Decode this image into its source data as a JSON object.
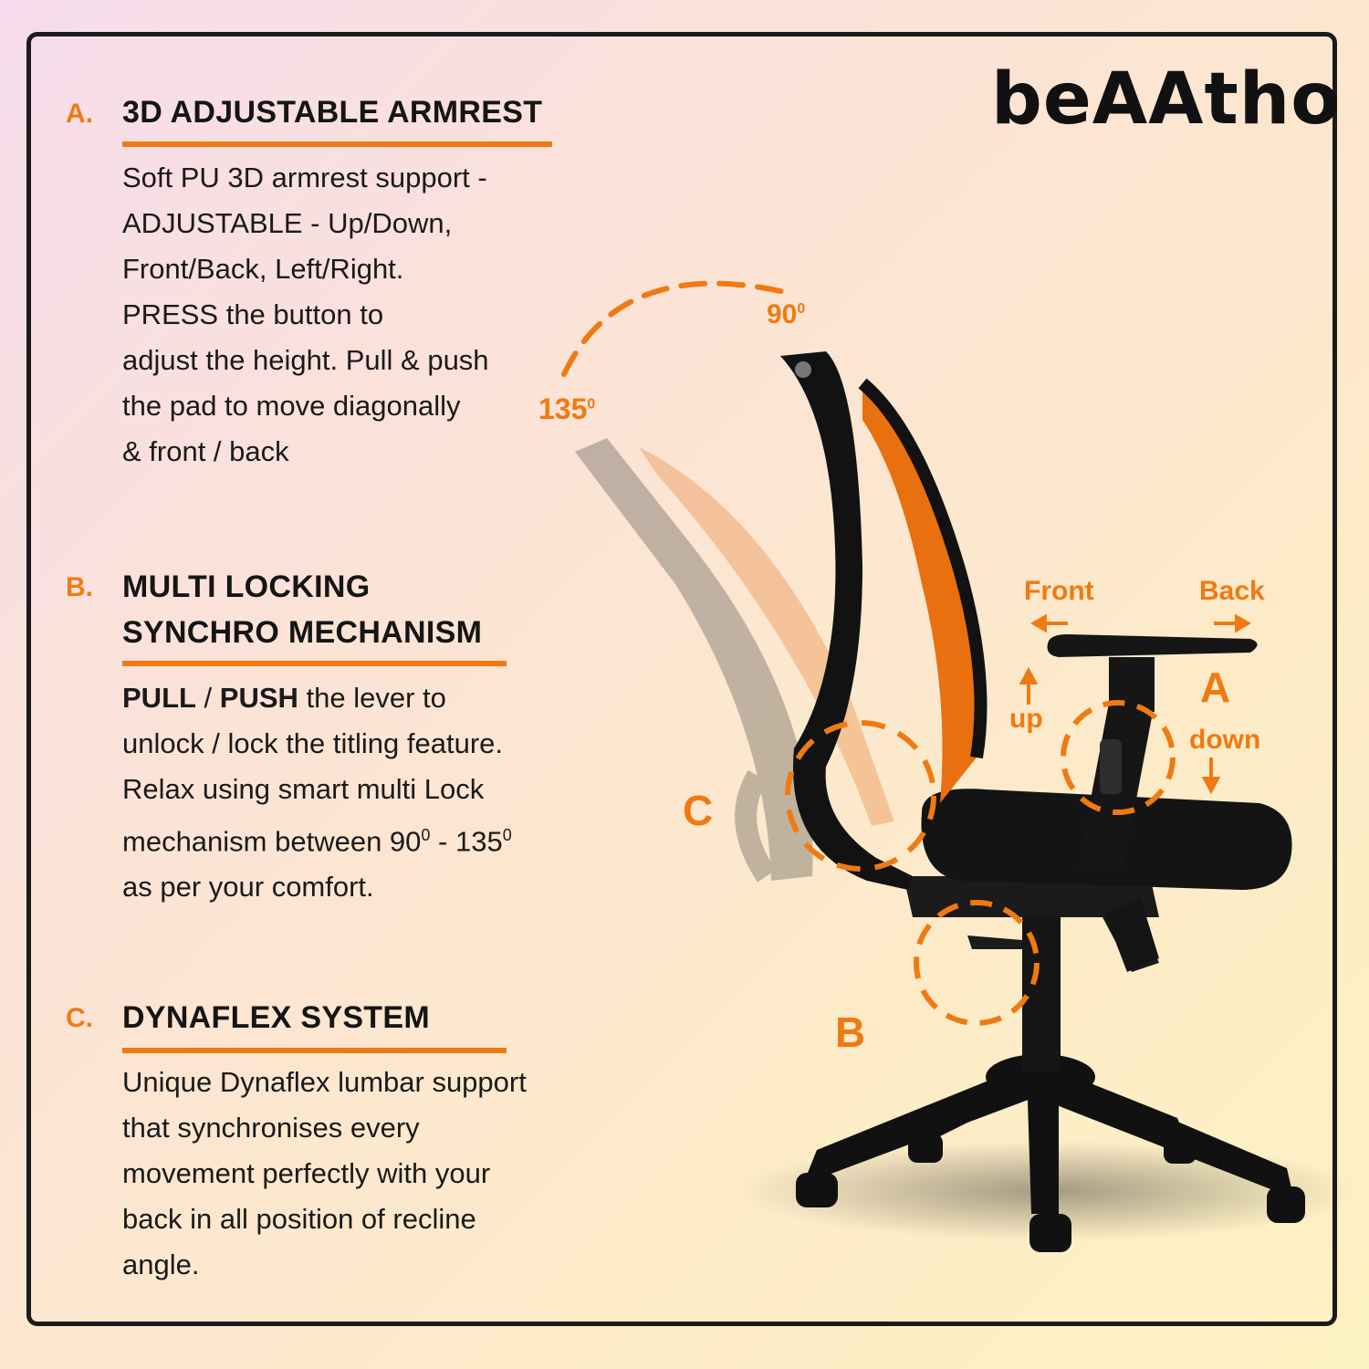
{
  "brand": {
    "logo": "beAAtho"
  },
  "sections": [
    {
      "letter": "A.",
      "title_lines": [
        "3D ADJUSTABLE ARMREST"
      ],
      "body_lines": [
        "Soft PU 3D armrest support -",
        "ADJUSTABLE - Up/Down,",
        "Front/Back, Left/Right.",
        "PRESS  the button to",
        "adjust the height. Pull & push",
        "the pad to move diagonally",
        "& front / back"
      ]
    },
    {
      "letter": "B.",
      "title_lines": [
        "MULTI LOCKING",
        "SYNCHRO MECHANISM"
      ],
      "body": {
        "pull": "PULL",
        "sep": " / ",
        "push": "PUSH",
        "line1_rest": " the lever to",
        "line2": "unlock / lock the titling feature.",
        "line3": "Relax using smart multi Lock",
        "line4_pre": "mechanism between 90",
        "sup1": "0",
        "line4_mid": " - 135",
        "sup2": "0",
        "line5": "as per your comfort."
      }
    },
    {
      "letter": "C.",
      "title_lines": [
        "DYNAFLEX SYSTEM"
      ],
      "body_lines": [
        "Unique Dynaflex lumbar support",
        "that synchronises every",
        "movement perfectly with your",
        "back in all position of recline",
        "angle."
      ]
    }
  ],
  "diagram": {
    "angle_upright": "90",
    "angle_upright_sup": "0",
    "angle_recline": "135",
    "angle_recline_sup": "0",
    "label_front": "Front",
    "label_back": "Back",
    "label_up": "up",
    "label_down": "down",
    "marker_a": "A",
    "marker_b": "B",
    "marker_c": "C"
  },
  "colors": {
    "accent": "#f07a12",
    "text": "#1a1a1a",
    "chair": "#111111"
  }
}
